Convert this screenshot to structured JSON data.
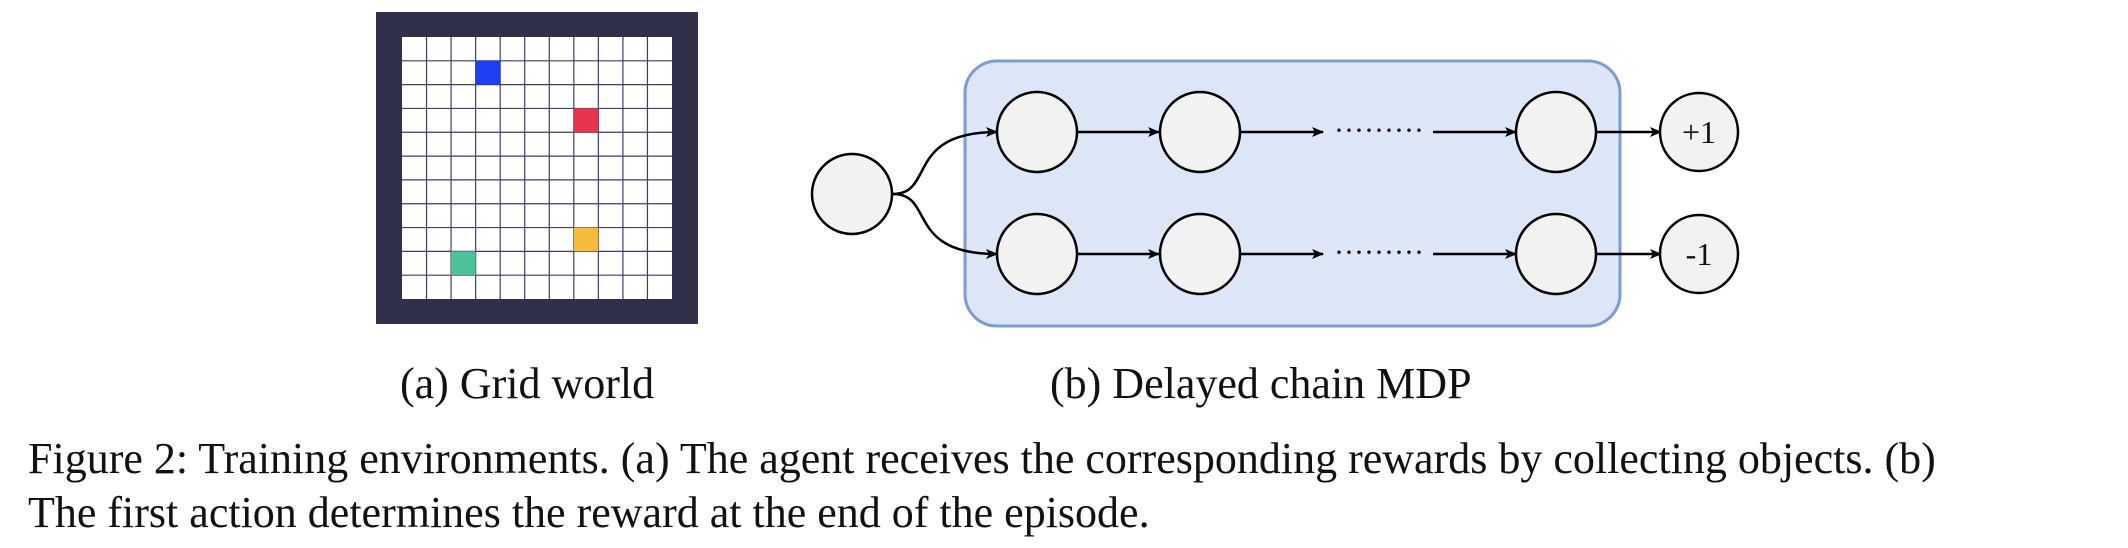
{
  "figure": {
    "subfigure_a": {
      "caption": "(a) Grid world",
      "grid": {
        "rows": 11,
        "cols": 11,
        "border_color": "#31304a",
        "line_color": "#3f3d6a",
        "cell_color": "#ffffff",
        "objects": [
          {
            "name": "blue-object",
            "row": 1,
            "col": 3,
            "color": "#1f3ff5"
          },
          {
            "name": "red-object",
            "row": 3,
            "col": 7,
            "color": "#e8354f"
          },
          {
            "name": "yellow-object",
            "row": 8,
            "col": 7,
            "color": "#f5bb3d"
          },
          {
            "name": "green-object",
            "row": 9,
            "col": 2,
            "color": "#4fc19a"
          }
        ]
      }
    },
    "subfigure_b": {
      "caption": "(b) Delayed chain MDP",
      "box_fill": "#dce6f7",
      "box_stroke": "#7e9ccd",
      "node_fill": "#f2f2f2",
      "ellipsis": "·········",
      "reward_top": "+1",
      "reward_bottom": "-1"
    },
    "caption_lines": [
      "Figure 2: Training environments. (a) The agent receives the corresponding rewards by collecting objects. (b)",
      "The first action determines the reward at the end of the episode."
    ]
  }
}
